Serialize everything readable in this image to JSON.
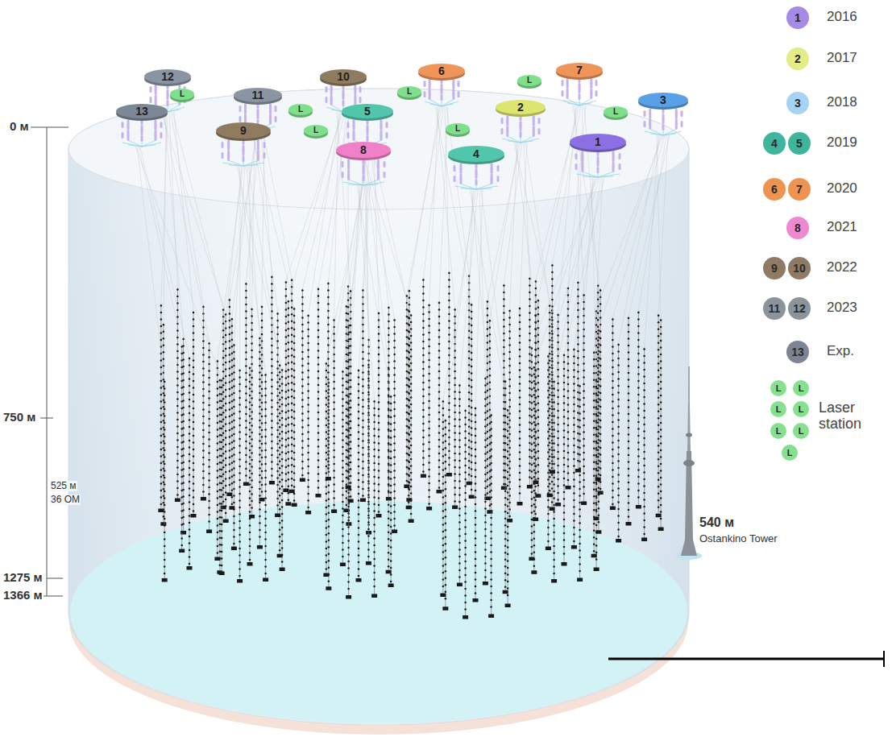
{
  "diagram": {
    "nodes": [
      {
        "text": [
          "1"
        ]
      },
      {
        "text": [
          "2"
        ]
      },
      {
        "text": [
          "3"
        ]
      },
      {
        "text": [
          "4"
        ]
      },
      {
        "text": [
          "5"
        ]
      },
      {
        "text": [
          "6"
        ]
      },
      {
        "text": [
          "7"
        ]
      },
      {
        "text": [
          "8"
        ]
      },
      {
        "text": [
          "9"
        ]
      },
      {
        "text": [
          "10"
        ]
      },
      {
        "text": [
          "11"
        ]
      },
      {
        "text": [
          "12"
        ]
      },
      {
        "text": [
          "13"
        ]
      },
      {
        "text": [
          "L"
        ]
      },
      {
        "text": [
          "L"
        ]
      },
      {
        "text": [
          "L"
        ]
      },
      {
        "text": [
          "L"
        ]
      },
      {
        "text": [
          "L"
        ]
      },
      {
        "text": [
          "L"
        ]
      },
      {
        "text": [
          "L"
        ]
      }
    ],
    "labels": [
      "0 м",
      "750 м",
      "525 м",
      "36 OM",
      "1275 м",
      "1366 м",
      "540 м",
      "Ostankino Tower",
      "1",
      "2",
      "3",
      "4",
      "5",
      "6",
      "7",
      "8",
      "9",
      "10",
      "11",
      "12",
      "13",
      "L",
      "L",
      "L",
      "L",
      "L",
      "L",
      "L"
    ],
    "legend": [
      {
        "text": "2016",
        "color": "#a58be6"
      },
      {
        "text": "2017",
        "color": "#e3ec87"
      },
      {
        "text": "2018",
        "color": "#a6d3f3"
      },
      {
        "text": "2019",
        "color": "#3fb59d"
      },
      {
        "text": "2020",
        "color": "#ef9450"
      },
      {
        "text": "2021",
        "color": "#ee88cf"
      },
      {
        "text": "2022",
        "color": "#8f7b63"
      },
      {
        "text": "2023",
        "color": "#8b939d"
      },
      {
        "text": "Exp.",
        "color": "#7d8594"
      },
      {
        "text": "Laser station",
        "color": "#86e08e"
      }
    ]
  }
}
